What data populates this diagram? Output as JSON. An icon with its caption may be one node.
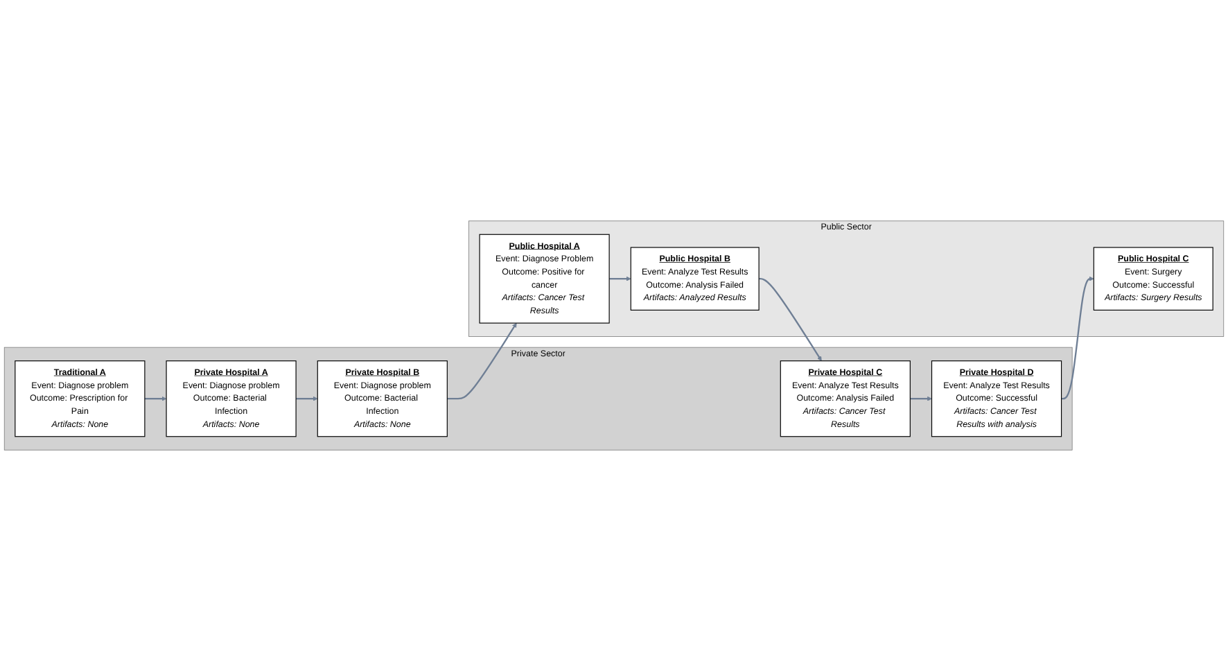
{
  "diagram": {
    "nodes": [
      {
        "text": [
          "Private Sector"
        ]
      },
      {
        "text": [
          "Private Hospital A",
          "Event: Diagnose problem",
          "Outcome: Bacterial Infection",
          "Artifacts: None"
        ],
        "in": 0
      },
      {
        "text": [
          "Traditional A",
          "Event: Diagnose problem",
          "Outcome: Prescription for Pain",
          "Artifacts: None"
        ],
        "in": 0
      },
      {
        "text": [
          "Private Hospital B",
          "Event: Diagnose problem",
          "Outcome: Bacterial Infection",
          "Artifacts: None"
        ],
        "in": 0
      },
      {
        "text": [
          "Private Hospital C",
          "Event: Analyze Test Results",
          "Outcome: Analysis Failed",
          "Artifacts: Cancer Test Results"
        ],
        "in": 0
      },
      {
        "text": [
          "Private Hospital D",
          "Event: Analyze Test Results",
          "Outcome: Successful",
          "Artifacts: Cancer Test Results with analysis"
        ],
        "in": 0
      },
      {
        "text": [
          "Public Sector"
        ]
      },
      {
        "text": [
          "Public Hospital A",
          "Event: Diagnose Problem",
          "Outcome: Positive for cancer",
          "Artifacts: Cancer Test Results"
        ],
        "in": 6
      },
      {
        "text": [
          "Public Hospital B",
          "Event: Analyze Test Results",
          "Outcome: Analysis Failed",
          "Artifacts: Analyzed Results"
        ],
        "in": 6
      },
      {
        "text": [
          "Public Hospital C",
          "Event: Surgery",
          "Outcome: Successful",
          "Artifacts: Surgery Results"
        ],
        "in": 6
      }
    ],
    "edges": [
      {
        "from": 2,
        "to": 1,
        "arrow": "to"
      },
      {
        "from": 1,
        "to": 3,
        "arrow": "to"
      },
      {
        "from": 3,
        "to": 7,
        "arrow": "to"
      },
      {
        "from": 7,
        "to": 8,
        "arrow": "to"
      },
      {
        "from": 8,
        "to": 4,
        "arrow": "to"
      },
      {
        "from": 4,
        "to": 5,
        "arrow": "to"
      },
      {
        "from": 5,
        "to": 9,
        "arrow": "to"
      }
    ]
  }
}
